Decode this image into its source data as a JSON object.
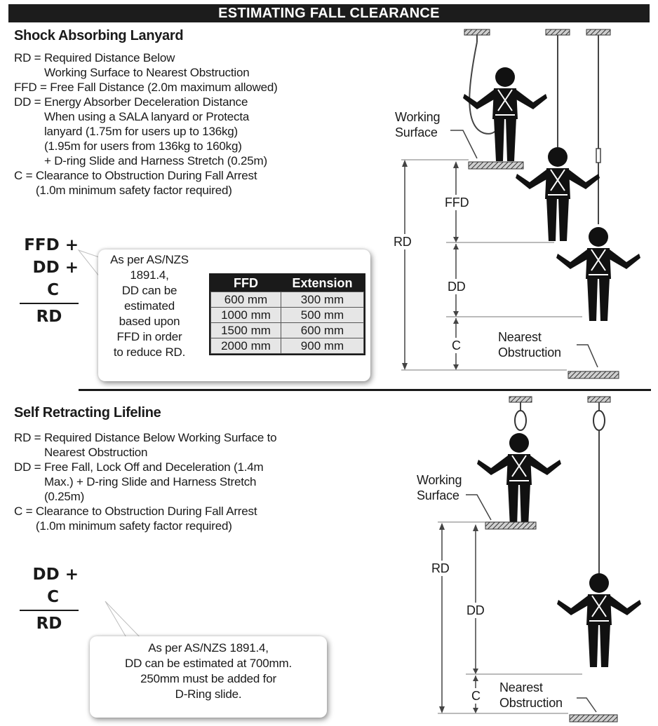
{
  "header": {
    "title": "ESTIMATING FALL CLEARANCE"
  },
  "sections": [
    {
      "title": "Shock Absorbing Lanyard",
      "definitions": [
        {
          "key": "RD = ",
          "text": "Required Distance Below\n    Working Surface to Nearest Obstruction"
        },
        {
          "key": "FFD = ",
          "text": "Free Fall Distance (2.0m maximum allowed)"
        },
        {
          "key": "DD = ",
          "text": "Energy Absorber Deceleration Distance\n When using a SALA lanyard or Protecta\n lanyard (1.75m for users up to 136kg)\n (1.95m for users from 136kg to 160kg)\n  + D-ring Slide and Harness Stretch (0.25m)"
        },
        {
          "key": "C = ",
          "text": "  Clearance to Obstruction During Fall Arrest\n  (1.0m minimum safety factor required)"
        }
      ],
      "formula": {
        "l1": "FFD +",
        "l2": "DD +",
        "l3": "C",
        "total": "RD"
      },
      "callout": [
        "As per AS/NZS",
        "1891.4,",
        "DD can be",
        "estimated",
        "based upon",
        "FFD in order",
        "to reduce RD."
      ],
      "table": {
        "headers": [
          "FFD",
          "Extension"
        ],
        "rows": [
          [
            "600 mm",
            "300 mm"
          ],
          [
            "1000 mm",
            "500 mm"
          ],
          [
            "1500 mm",
            "600 mm"
          ],
          [
            "2000 mm",
            "900 mm"
          ]
        ]
      },
      "diagram": {
        "working_surface": "Working\nSurface",
        "rd": "RD",
        "ffd": "FFD",
        "dd": "DD",
        "c": "C",
        "nearest_obstruction": "Nearest\nObstruction"
      }
    },
    {
      "title": "Self Retracting Lifeline",
      "definitions": [
        {
          "key": "RD = ",
          "text": "Required Distance Below Working Surface to\n Nearest Obstruction"
        },
        {
          "key": "DD = ",
          "text": "Free Fall, Lock Off and Deceleration (1.4m\n Max.)  + D-ring Slide and Harness Stretch\n (0.25m)"
        },
        {
          "key": "C = ",
          "text": "  Clearance to Obstruction During Fall Arrest\n  (1.0m minimum safety factor required)"
        }
      ],
      "formula": {
        "l1": "DD +",
        "l2": "C",
        "total": "RD"
      },
      "callout": [
        "As per AS/NZS 1891.4,",
        "DD can be estimated at 700mm.",
        "250mm must be added for",
        "D-Ring slide."
      ],
      "diagram": {
        "working_surface": "Working\nSurface",
        "rd": "RD",
        "dd": "DD",
        "c": "C",
        "nearest_obstruction": "Nearest\nObstruction"
      }
    }
  ]
}
